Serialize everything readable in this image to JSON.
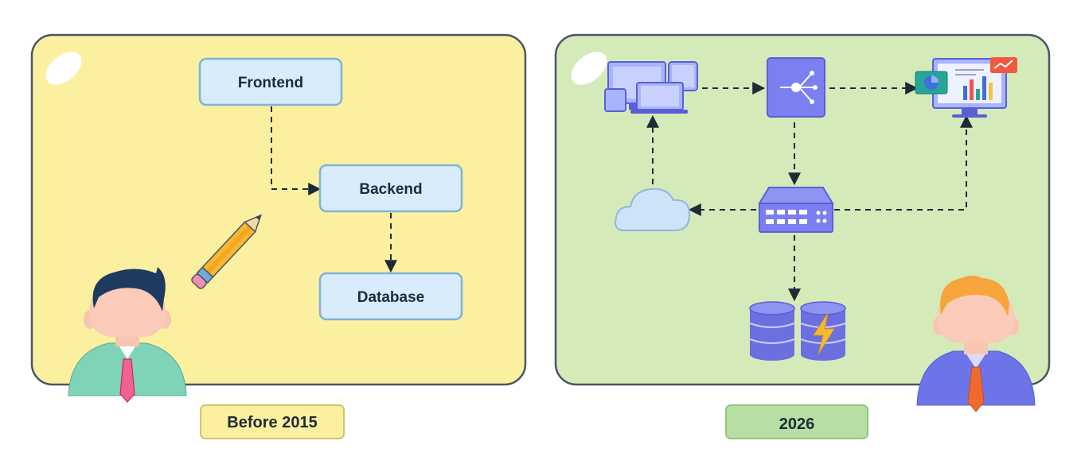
{
  "left_panel": {
    "boxes": {
      "frontend": "Frontend",
      "backend": "Backend",
      "database": "Database"
    },
    "caption": "Before 2015"
  },
  "right_panel": {
    "caption": "2026"
  },
  "colors": {
    "left_panel_fill": "#fbf0a0",
    "right_panel_fill": "#d4eab9",
    "box_fill": "#d8ecfb",
    "box_stroke": "#7fb3d8",
    "icon_purple": "#6b6fe0",
    "outline": "#4b5563"
  },
  "icons": {
    "left": [
      "pencil-icon",
      "developer-avatar-icon"
    ],
    "right": [
      "devices-icon",
      "load-balancer-icon",
      "analytics-dashboard-icon",
      "cloud-icon",
      "server-icon",
      "database-icon",
      "cache-database-icon",
      "developer-avatar-icon"
    ]
  }
}
